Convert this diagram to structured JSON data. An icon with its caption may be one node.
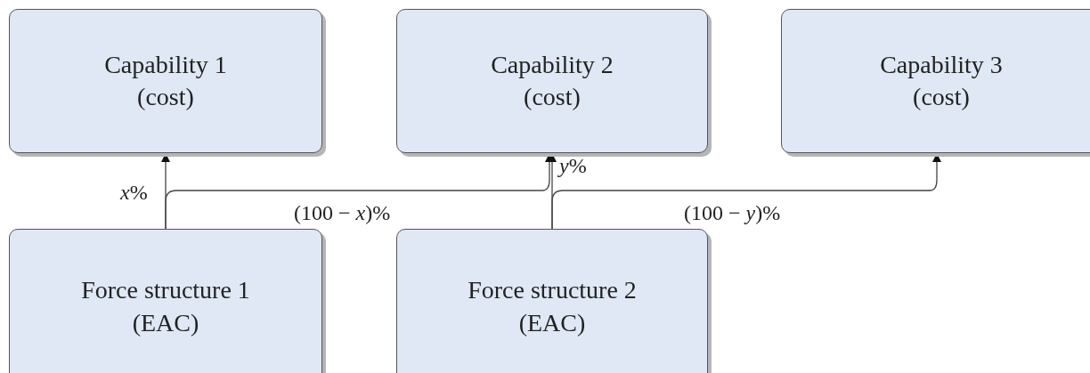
{
  "diagram": {
    "nodes": [
      {
        "text": [
          "Capability 1",
          "(cost)"
        ]
      },
      {
        "text": [
          "Capability 2",
          "(cost)"
        ]
      },
      {
        "text": [
          "Capability 3",
          "(cost)"
        ]
      },
      {
        "text": [
          "Force structure 1",
          "(EAC)"
        ]
      },
      {
        "text": [
          "Force structure 2",
          "(EAC)"
        ]
      }
    ],
    "edges": [
      {
        "from": 3,
        "to": 0,
        "arrow": "to",
        "label": "*x*%"
      },
      {
        "from": 3,
        "to": 1,
        "arrow": "to",
        "label": "(100 − *x*)%"
      },
      {
        "from": 4,
        "to": 1,
        "arrow": "to",
        "label": "*y*%"
      },
      {
        "from": 4,
        "to": 2,
        "arrow": "to",
        "label": "(100 − *y*)%"
      }
    ]
  }
}
